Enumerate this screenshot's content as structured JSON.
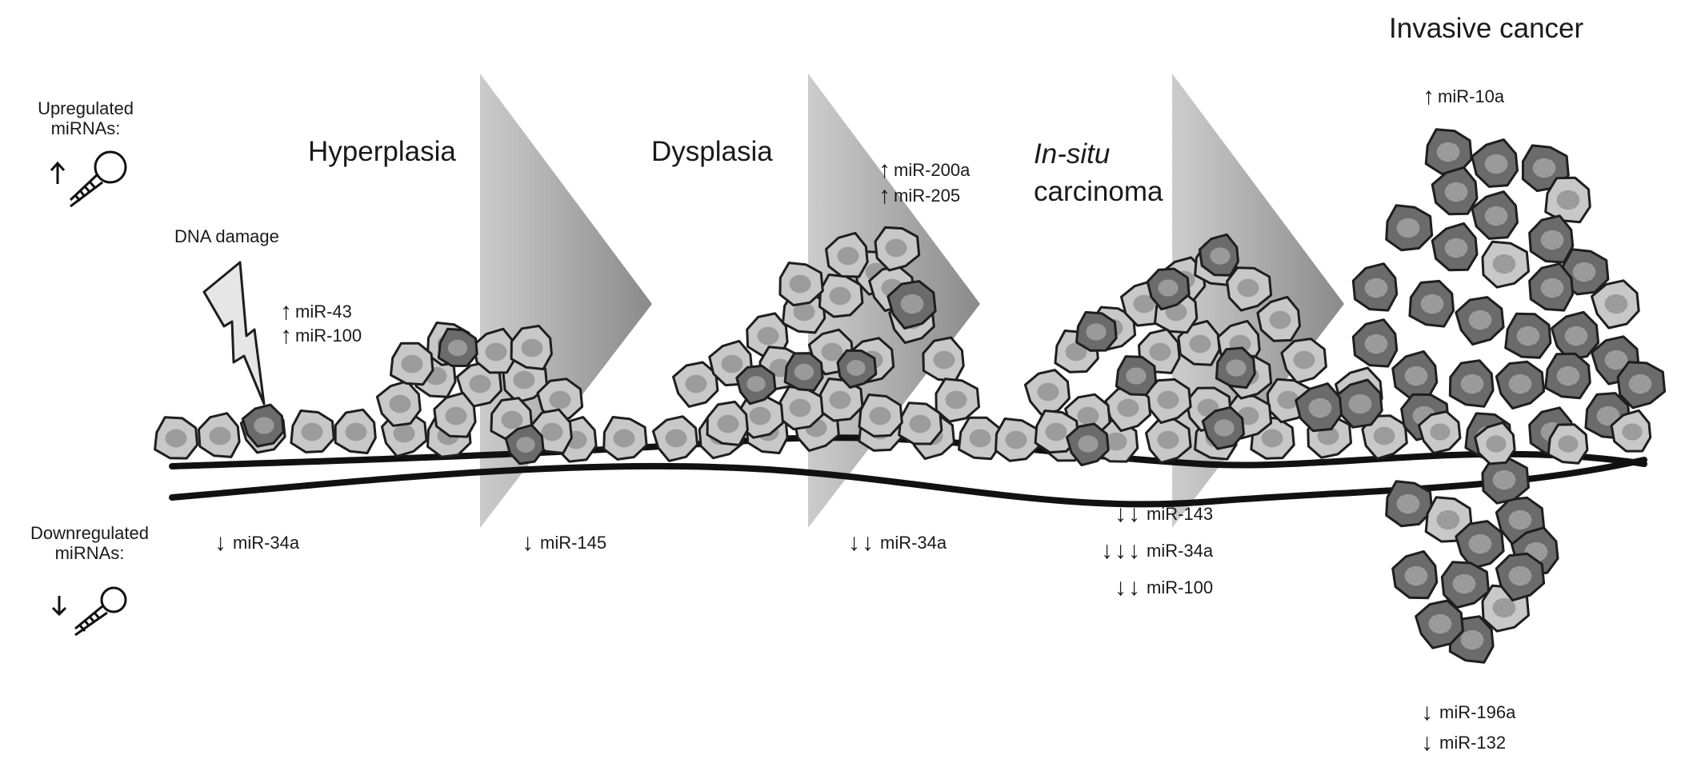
{
  "legend": {
    "up_label_line1": "Upregulated",
    "up_label_line2": "miRNAs:",
    "down_label_line1": "Downregulated",
    "down_label_line2": "miRNAs:"
  },
  "stages": {
    "hyperplasia": "Hyperplasia",
    "dysplasia": "Dysplasia",
    "insitu_italic": "In-situ",
    "insitu_rest": "carcinoma",
    "invasive": "Invasive cancer"
  },
  "dna_damage": "DNA damage",
  "up": {
    "normal": [
      "miR-43",
      "miR-100"
    ],
    "dysplasia": [
      "miR-200a",
      "miR-205"
    ],
    "invasive": [
      "miR-10a"
    ]
  },
  "down": {
    "normal": {
      "arrows": "↓",
      "name": "miR-34a"
    },
    "hyperplasia": {
      "arrows": "↓",
      "name": "miR-145"
    },
    "dysplasia": {
      "arrows": "↓↓",
      "name": "miR-34a"
    },
    "insitu": [
      {
        "arrows": "↓↓",
        "name": "miR-143"
      },
      {
        "arrows": "↓↓↓",
        "name": "miR-34a"
      },
      {
        "arrows": "↓↓",
        "name": "miR-100"
      }
    ],
    "invasive": [
      {
        "arrows": "↓",
        "name": "miR-196a"
      },
      {
        "arrows": "↓",
        "name": "miR-132"
      }
    ]
  },
  "colors": {
    "normal_cell": "#c8c8c8",
    "cancer_cell": "#6b6b6b",
    "outline": "#1e1e1e"
  }
}
